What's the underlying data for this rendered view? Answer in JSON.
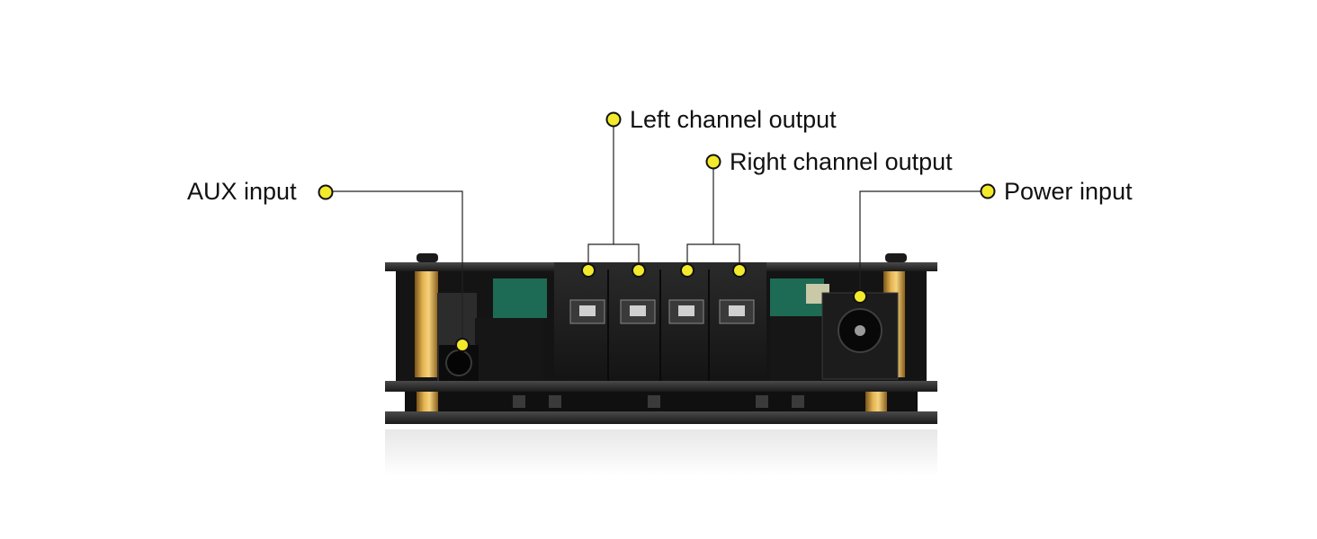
{
  "labels": {
    "aux_input": "AUX input",
    "left_channel_output": "Left channel output",
    "right_channel_output": "Right channel output",
    "power_input": "Power input"
  },
  "colors": {
    "marker_fill": "#f3ea2b",
    "marker_stroke": "#111111",
    "leader_line": "#222222",
    "board_dark": "#2b2b2b",
    "terminal_block": "#1f1f1f",
    "standoff_gold": "#c9973a",
    "pcb_green": "#1e6b55"
  }
}
